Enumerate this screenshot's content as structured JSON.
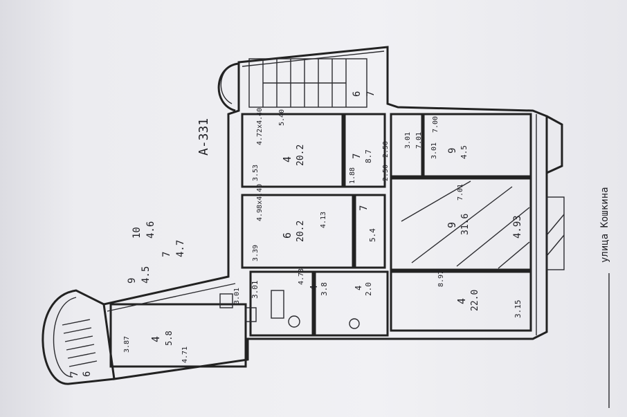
{
  "plan": {
    "title": "A-331",
    "street": "улица Кошкина",
    "rooms": [
      {
        "id": "r1",
        "number": "4",
        "area": "20.2",
        "dims": "4.72x4.40",
        "side_a": "3.53",
        "side_b": "5.40"
      },
      {
        "id": "r2",
        "number": "6",
        "area": "20.2",
        "dims": "4.98x4.40",
        "side_a": "3.39",
        "side_b": "4.13"
      },
      {
        "id": "r3",
        "number": "7",
        "area": "8.7",
        "side_a": "1.88",
        "side_b": "2.50"
      },
      {
        "id": "r4",
        "number": "7",
        "area": "5.4"
      },
      {
        "id": "r5",
        "number": "9",
        "area": "31.6",
        "side_a": "7.01",
        "side_b": "4.93"
      },
      {
        "id": "r6",
        "number": "4",
        "area": "22.0",
        "side_a": "8.97",
        "side_b": "3.15"
      },
      {
        "id": "r7",
        "number": "9",
        "area": "4.5",
        "side_a": "7.00",
        "side_b": "3.01"
      },
      {
        "id": "r8",
        "number": "4",
        "area": "3.8",
        "side_a": "4.73",
        "side_b": "3.01"
      },
      {
        "id": "r9",
        "number": "4",
        "area": "2.0"
      },
      {
        "id": "r10",
        "number": "4",
        "area": "5.8",
        "side_a": "4.71",
        "side_b": "3.87"
      }
    ],
    "corridor_labels": [
      "10",
      "4.6",
      "7",
      "4.7",
      "9",
      "4.5"
    ],
    "stair_labels": [
      "6",
      "7",
      "6",
      "7"
    ],
    "misc_labels": [
      "2.50",
      "3.01",
      "7.01",
      "3.01"
    ]
  }
}
